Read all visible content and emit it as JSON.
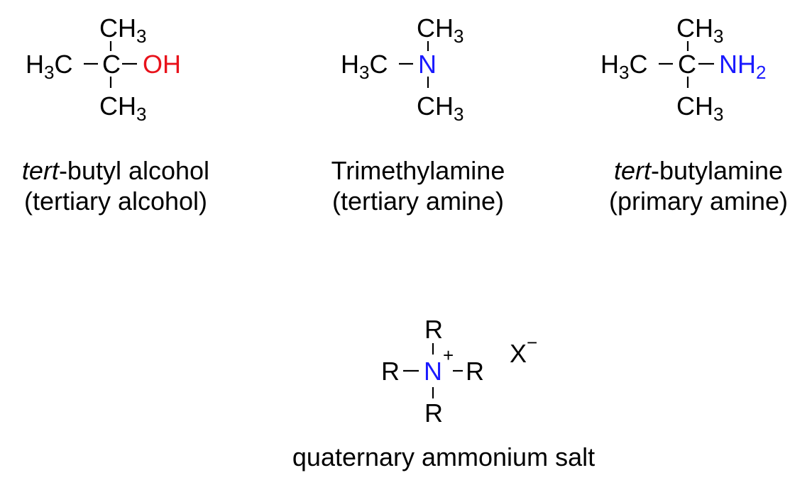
{
  "colors": {
    "text": "#000000",
    "oxygen": "#e8121b",
    "nitrogen": "#1a1aff",
    "background": "#ffffff"
  },
  "molecules": {
    "tbuoh": {
      "top_group": "CH",
      "top_sub": "3",
      "left_group": "H",
      "left_sub": "3",
      "left_group_tail": "C",
      "center": "C",
      "hetero": "OH",
      "bottom_group": "CH",
      "bottom_sub": "3",
      "caption_italic": "tert",
      "caption_line1": "-butyl alcohol",
      "caption_line2": "(tertiary alcohol)"
    },
    "trimethylamine": {
      "top_group": "CH",
      "top_sub": "3",
      "left_group": "H",
      "left_sub": "3",
      "left_group_tail": "C",
      "center": "N",
      "bottom_group": "CH",
      "bottom_sub": "3",
      "caption_line1": "Trimethylamine",
      "caption_line2": "(tertiary amine)"
    },
    "tbuamine": {
      "top_group": "CH",
      "top_sub": "3",
      "left_group": "H",
      "left_sub": "3",
      "left_group_tail": "C",
      "center": "C",
      "hetero": "NH",
      "hetero_sub": "2",
      "bottom_group": "CH",
      "bottom_sub": "3",
      "caption_italic": "tert",
      "caption_line1": "-butylamine",
      "caption_line2": "(primary amine)"
    },
    "quat": {
      "r_top": "R",
      "r_left": "R",
      "r_right": "R",
      "r_bottom": "R",
      "center": "N",
      "charge": "+",
      "counterion": "X",
      "counter_charge": "−",
      "caption": "quaternary ammonium salt"
    }
  }
}
